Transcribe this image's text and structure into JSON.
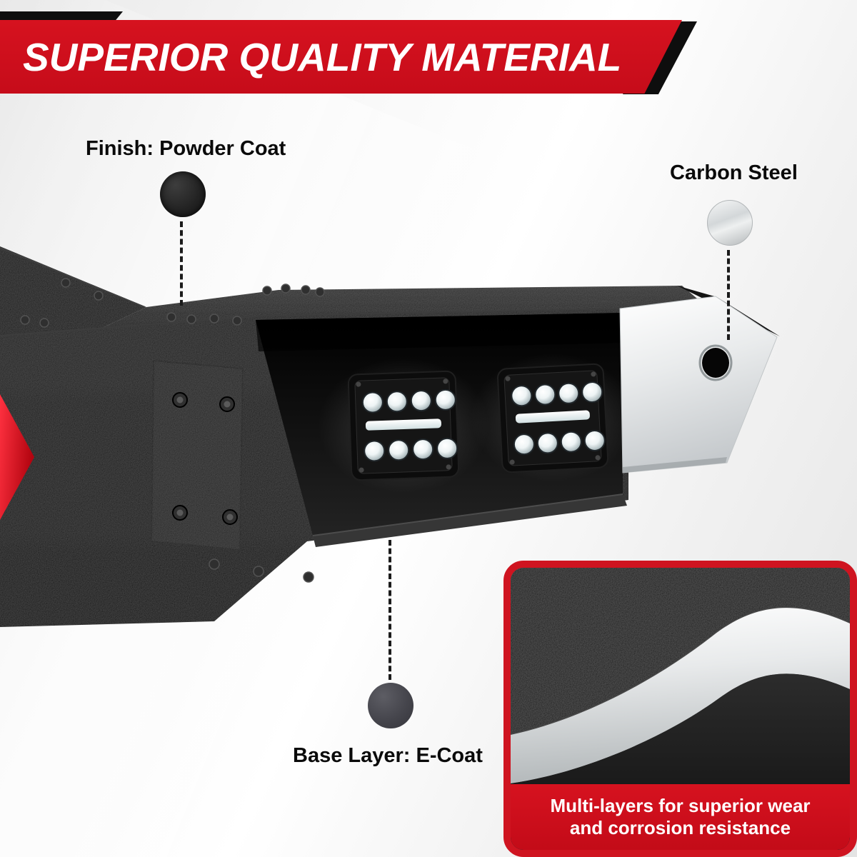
{
  "banner": {
    "title": "SUPERIOR QUALITY MATERIAL"
  },
  "callouts": {
    "powder_coat": {
      "label": "Finish: Powder Coat"
    },
    "carbon_steel": {
      "label": "Carbon Steel"
    },
    "e_coat": {
      "label": "Base Layer: E-Coat"
    }
  },
  "inset": {
    "caption_line1": "Multi-layers for superior wear",
    "caption_line2": "and corrosion resistance"
  },
  "colors": {
    "accent_red": "#d6121f",
    "banner_black": "#0e0e0e",
    "bumper_black": "#141414",
    "steel_silver": "#d6d9db",
    "ecoat_gray": "#45454c"
  },
  "icons": {
    "powder_coat_swatch": "textured-black-circle",
    "carbon_steel_swatch": "brushed-steel-circle",
    "e_coat_swatch": "dark-gray-circle"
  }
}
